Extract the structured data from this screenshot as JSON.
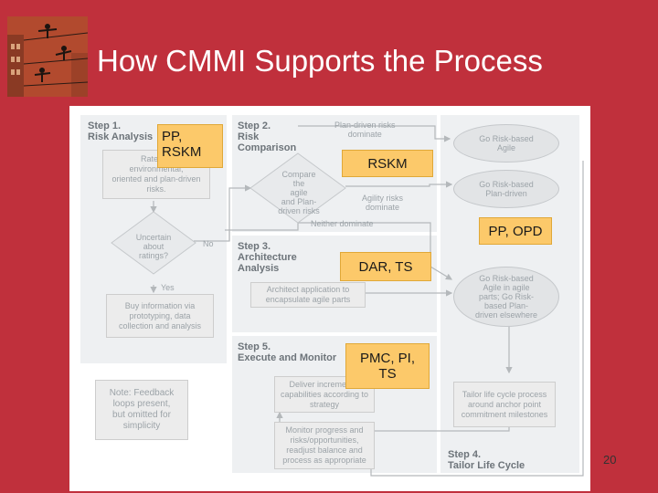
{
  "title": "How CMMI Supports the Process",
  "steps": {
    "s1": "Step 1.\nRisk Analysis",
    "s2": "Step 2.\nRisk\nComparison",
    "s3": "Step 3.\nArchitecture\nAnalysis",
    "s4": "Step 4.\nTailor Life Cycle",
    "s5": "Step 5.\nExecute and Monitor"
  },
  "boxes": {
    "rate": "Rate the\nenvironmental,\noriented and plan-driven\nrisks.",
    "buy": "Buy information via\nprototyping, data\ncollection and analysis",
    "note": "Note: Feedback\nloops present,\nbut omitted for\nsimplicity",
    "architect": "Architect application to\nencapsulate agile parts",
    "deliver": "Deliver incremental\ncapabilities according to\nstrategy",
    "monitor": "Monitor progress and\nrisks/opportunities,\nreadjust balance and\nprocess as appropriate",
    "tailor": "Tailor life cycle process\naround anchor point\ncommitment milestones"
  },
  "decisions": {
    "uncertain": "Uncertain\nabout\nratings?",
    "compare": "Compare\nthe\nagile\nand Plan-\ndriven risks"
  },
  "ellipses": {
    "agile": "Go Risk-based\nAgile",
    "plan": "Go Risk-based\nPlan-driven",
    "mixed": "Go Risk-based\nAgile in agile\nparts; Go Risk-\nbased Plan-\ndriven elsewhere"
  },
  "labels": {
    "plan_dominate": "Plan-driven risks\ndominate",
    "agility_dominate": "Agility risks\ndominate",
    "neither": "Neither dominate",
    "no": "No",
    "yes": "Yes"
  },
  "tags": {
    "pp_rskm": "PP,\nRSKM",
    "rskm": "RSKM",
    "pp_opd": "PP, OPD",
    "dar_ts": "DAR, TS",
    "pmc": "PMC, PI,\nTS"
  },
  "page_number": "20",
  "colors": {
    "background": "#c0303c",
    "title_text": "#ffffff",
    "tag_fill": "#fcc96a",
    "diagram_gray": "#9ca3a8"
  }
}
